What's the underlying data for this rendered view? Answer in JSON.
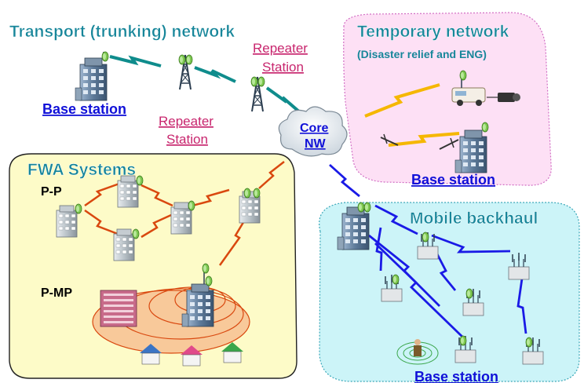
{
  "regions": {
    "transport": {
      "title": "Transport (trunking) network"
    },
    "temporary": {
      "title": "Temporary  network",
      "subtitle": "(Disaster relief and ENG)"
    },
    "fwa": {
      "title": "FWA Systems",
      "pp_label": "P-P",
      "pmp_label": "P-MP"
    },
    "mobile": {
      "title": "Mobile backhaul"
    }
  },
  "labels": {
    "base_station_transport": "Base station",
    "repeater_1_line1": "Repeater",
    "repeater_1_line2": "Station",
    "repeater_2_line1": "Repeater",
    "repeater_2_line2": "Station",
    "core_line1": "Core",
    "core_line2": "NW",
    "base_station_temporary": "Base station",
    "base_station_mobile": "Base station"
  },
  "colors": {
    "fwa_fill": "#fdfbc8",
    "temporary_fill": "#fde0f5",
    "mobile_fill": "#ccf4f8",
    "link_trunk": "#0f8c8c",
    "link_fwa": "#d9480f",
    "link_mobile": "#1a1ae6",
    "link_temporary": "#f5b700"
  }
}
